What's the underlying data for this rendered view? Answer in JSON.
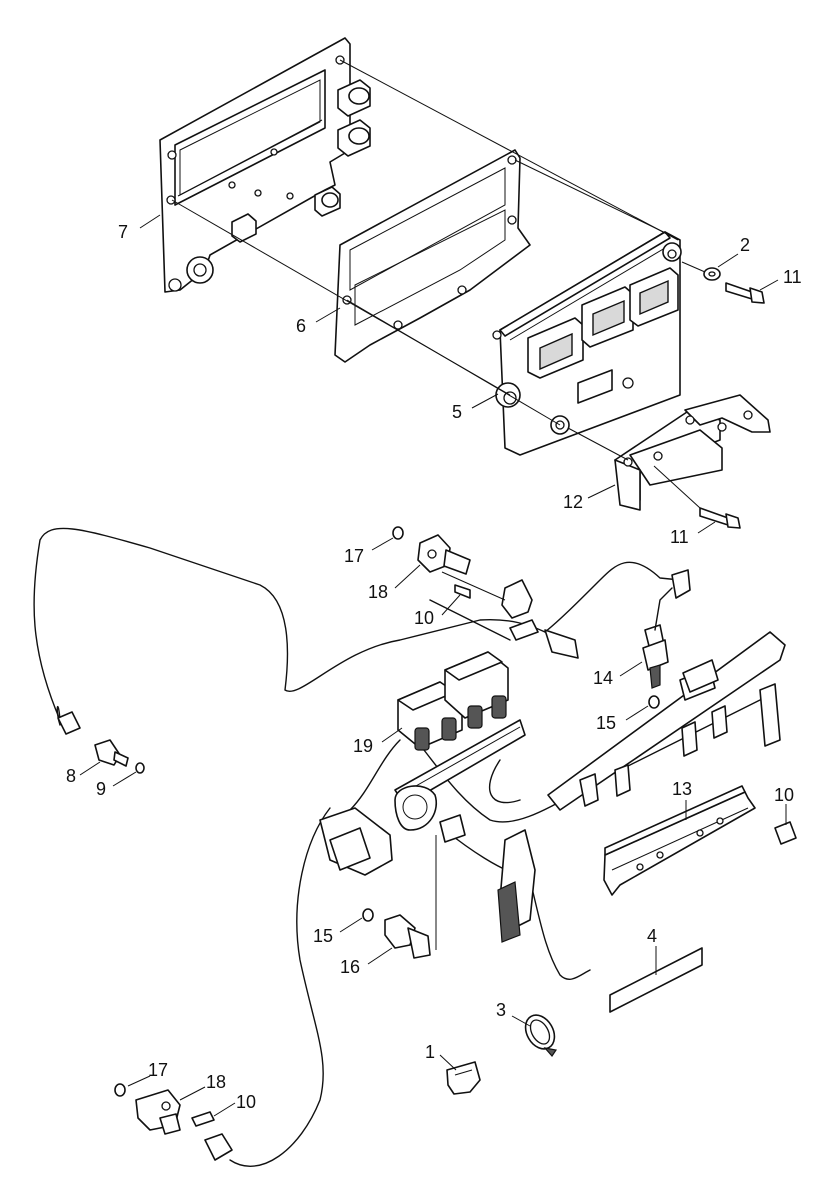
{
  "callouts": {
    "c1": "1",
    "c2": "2",
    "c3": "3",
    "c4": "4",
    "c5": "5",
    "c6": "6",
    "c7": "7",
    "c8": "8",
    "c9": "9",
    "c10a": "10",
    "c10b": "10",
    "c10c": "10",
    "c11a": "11",
    "c11b": "11",
    "c12": "12",
    "c13": "13",
    "c14": "14",
    "c15a": "15",
    "c15b": "15",
    "c16": "16",
    "c17a": "17",
    "c17b": "17",
    "c18a": "18",
    "c18b": "18",
    "c19": "19"
  }
}
